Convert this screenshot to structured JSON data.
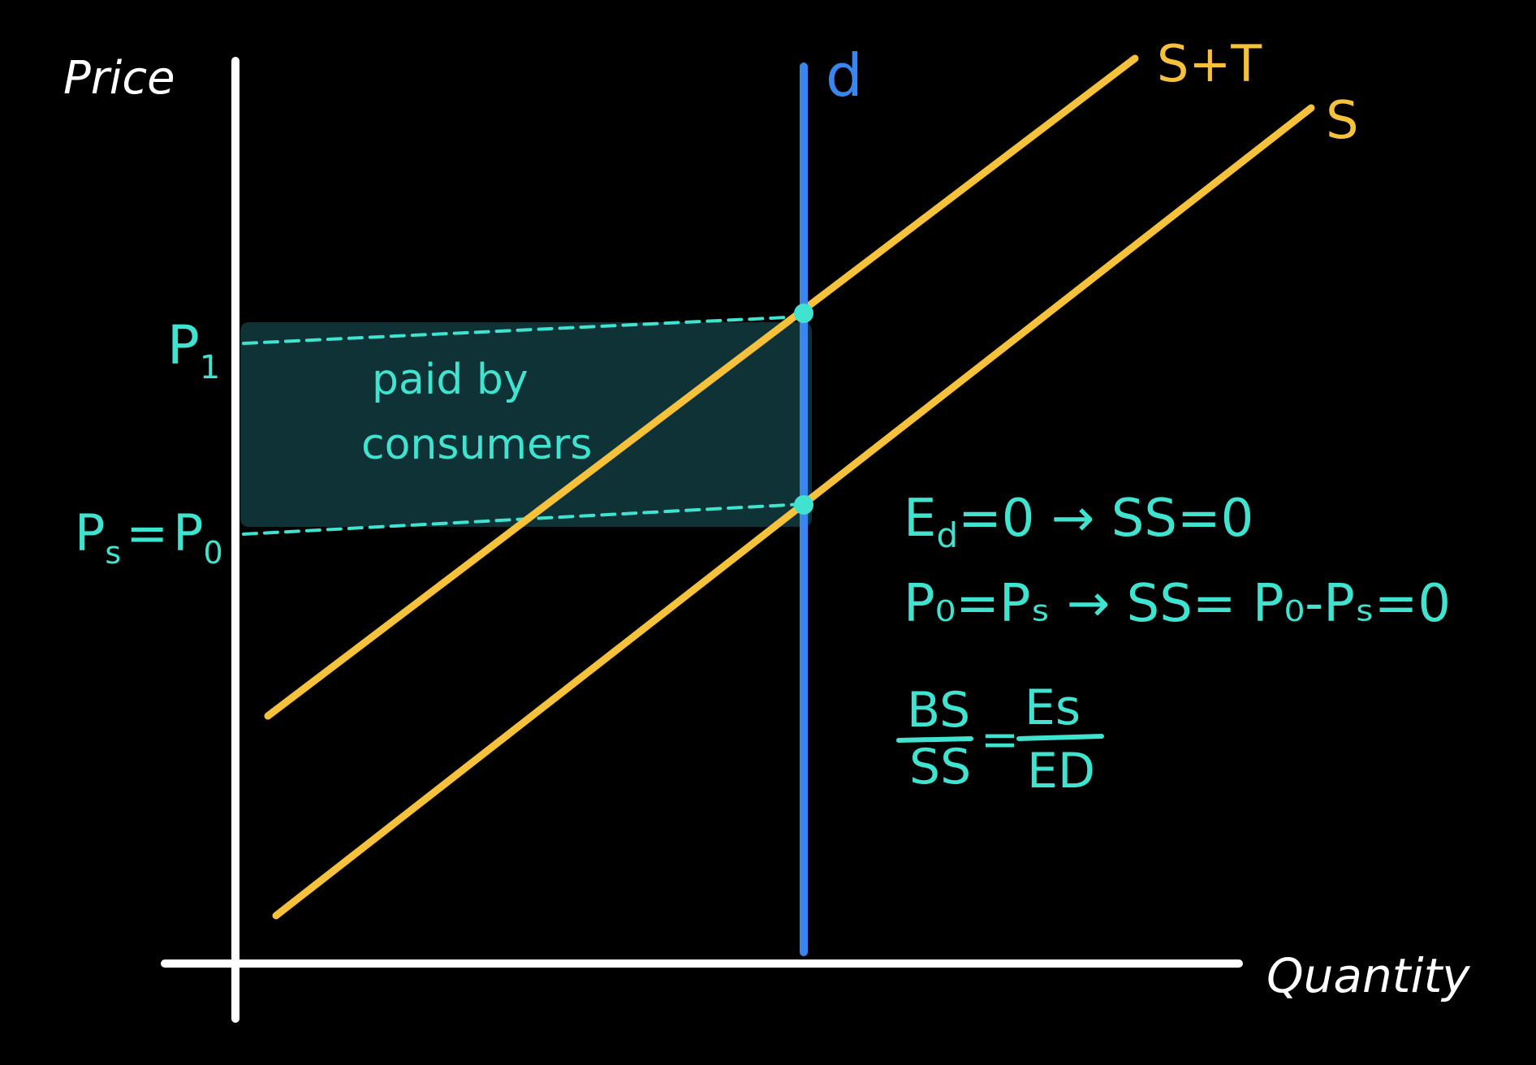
{
  "axes": {
    "y_label": "Price",
    "x_label": "Quantity"
  },
  "curves": {
    "demand_label": "d",
    "supply_label": "S",
    "supply_tax_label": "S+T"
  },
  "prices": {
    "p1_label": "P",
    "p1_sub": "1",
    "ps_label": "P",
    "ps_sub": "s",
    "eq_sign": "=",
    "p0_label": "P",
    "p0_sub": "0"
  },
  "shaded_area": {
    "line1": "paid by",
    "line2": "consumers"
  },
  "notes": {
    "line1": {
      "e": "E",
      "e_sub": "d",
      "rest": "=0 → SS=0"
    },
    "line2": "P₀=Pₛ → SS= P₀-Pₛ=0",
    "fraction": {
      "left_num": "BS",
      "left_den": "SS",
      "eq": "=",
      "right_num": "Es",
      "right_den": "ED"
    }
  },
  "colors": {
    "background": "#000000",
    "axes": "#ffffff",
    "supply": "#f7c23b",
    "demand": "#3a86f0",
    "annotation": "#3fe3cf",
    "shaded_fill": "#0f3236"
  }
}
